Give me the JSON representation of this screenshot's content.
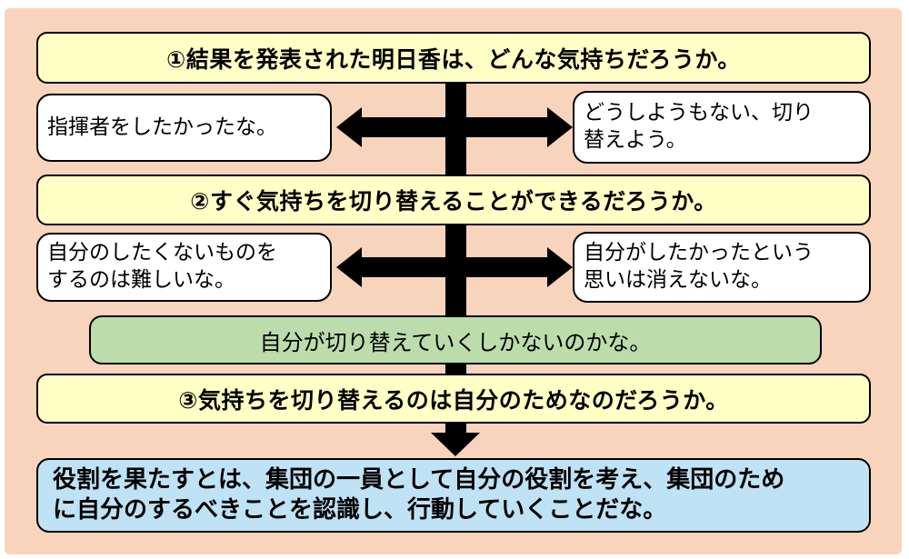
{
  "palette": {
    "page_background": "#ffffff",
    "board_background": "#f8d4bc",
    "question_fill": "#ffffc6",
    "response_fill": "#ffffff",
    "key_thought_fill": "#bcdcac",
    "summary_fill": "#bfe2f4",
    "border_color": "#000000",
    "arrow_color": "#000000",
    "text_color": "#000000"
  },
  "diagram": {
    "question1": {
      "label": "①結果を発表された明日香は、どんな気持ちだろうか。"
    },
    "response1_left": {
      "lines": [
        "指揮者をしたかったな。"
      ]
    },
    "response1_right": {
      "lines": [
        "どうしようもない、切り",
        "替えよう。"
      ]
    },
    "question2": {
      "label": "②すぐ気持ちを切り替えることができるだろうか。"
    },
    "response2_left": {
      "lines": [
        "自分のしたくないものを",
        "するのは難しいな。"
      ]
    },
    "response2_right": {
      "lines": [
        "自分がしたかったという",
        "思いは消えないな。"
      ]
    },
    "key_thought": {
      "label": "自分が切り替えていくしかないのかな。"
    },
    "question3": {
      "label": "③気持ちを切り替えるのは自分のためなのだろうか。"
    },
    "summary": {
      "lines": [
        "役割を果たすとは、集団の一員として自分の役割を考え、集団のため",
        "に自分のするべきことを認識し、行動していくことだな。"
      ]
    }
  }
}
